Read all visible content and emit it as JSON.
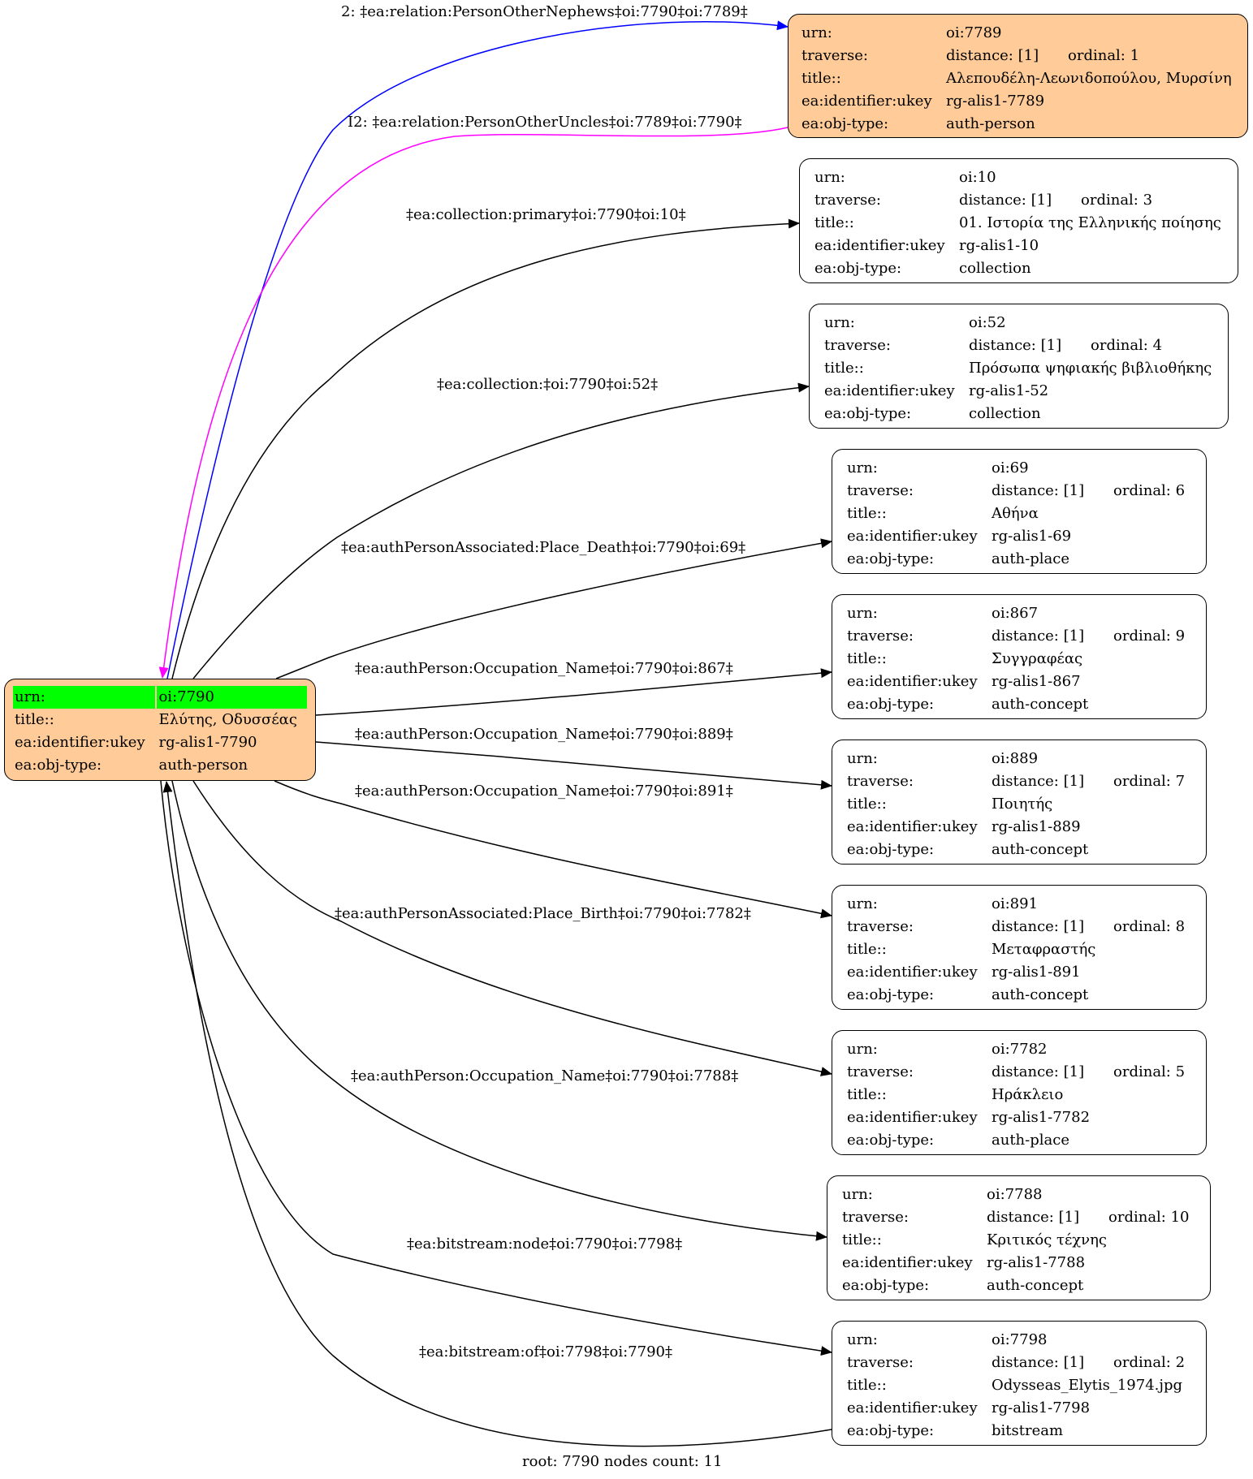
{
  "root_node": {
    "urn_key": "urn:",
    "urn": "oi:7790",
    "title_key": "title::",
    "title": "Ελύτης, Οδυσσέας",
    "ukey_key": "ea:identifier:ukey",
    "ukey": "rg-alis1-7790",
    "type_key": "ea:obj-type:",
    "type": "auth-person"
  },
  "keys": {
    "urn": "urn:",
    "traverse": "traverse:",
    "title": "title::",
    "ukey": "ea:identifier:ukey",
    "type": "ea:obj-type:"
  },
  "nodes": {
    "n7789": {
      "urn": "oi:7789",
      "distance": "distance: [1]",
      "ordinal": "ordinal: 1",
      "title": "Αλεπουδέλη-Λεωνιδοπούλου, Μυρσίνη",
      "ukey": "rg-alis1-7789",
      "type": "auth-person"
    },
    "n10": {
      "urn": "oi:10",
      "distance": "distance: [1]",
      "ordinal": "ordinal: 3",
      "title": "01. Ιστορία της Ελληνικής ποίησης",
      "ukey": "rg-alis1-10",
      "type": "collection"
    },
    "n52": {
      "urn": "oi:52",
      "distance": "distance: [1]",
      "ordinal": "ordinal: 4",
      "title": "Πρόσωπα ψηφιακής βιβλιοθήκης",
      "ukey": "rg-alis1-52",
      "type": "collection"
    },
    "n69": {
      "urn": "oi:69",
      "distance": "distance: [1]",
      "ordinal": "ordinal: 6",
      "title": "Αθήνα",
      "ukey": "rg-alis1-69",
      "type": "auth-place"
    },
    "n867": {
      "urn": "oi:867",
      "distance": "distance: [1]",
      "ordinal": "ordinal: 9",
      "title": "Συγγραφέας",
      "ukey": "rg-alis1-867",
      "type": "auth-concept"
    },
    "n889": {
      "urn": "oi:889",
      "distance": "distance: [1]",
      "ordinal": "ordinal: 7",
      "title": "Ποιητής",
      "ukey": "rg-alis1-889",
      "type": "auth-concept"
    },
    "n891": {
      "urn": "oi:891",
      "distance": "distance: [1]",
      "ordinal": "ordinal: 8",
      "title": "Μεταφραστής",
      "ukey": "rg-alis1-891",
      "type": "auth-concept"
    },
    "n7782": {
      "urn": "oi:7782",
      "distance": "distance: [1]",
      "ordinal": "ordinal: 5",
      "title": "Ηράκλειο",
      "ukey": "rg-alis1-7782",
      "type": "auth-place"
    },
    "n7788": {
      "urn": "oi:7788",
      "distance": "distance: [1]",
      "ordinal": "ordinal: 10",
      "title": "Κριτικός τέχνης",
      "ukey": "rg-alis1-7788",
      "type": "auth-concept"
    },
    "n7798": {
      "urn": "oi:7798",
      "distance": "distance: [1]",
      "ordinal": "ordinal: 2",
      "title": "Odysseas_Elytis_1974.jpg",
      "ukey": "rg-alis1-7798",
      "type": "bitstream"
    }
  },
  "edges": {
    "nephews": "2: ‡ea:relation:PersonOtherNephews‡oi:7790‡oi:7789‡",
    "uncles": "I2: ‡ea:relation:PersonOtherUncles‡oi:7789‡oi:7790‡",
    "e10": "‡ea:collection:primary‡oi:7790‡oi:10‡",
    "e52": "‡ea:collection:‡oi:7790‡oi:52‡",
    "e69": "‡ea:authPersonAssociated:Place_Death‡oi:7790‡oi:69‡",
    "e867": "‡ea:authPerson:Occupation_Name‡oi:7790‡oi:867‡",
    "e889": "‡ea:authPerson:Occupation_Name‡oi:7790‡oi:889‡",
    "e891": "‡ea:authPerson:Occupation_Name‡oi:7790‡oi:891‡",
    "e7782": "‡ea:authPersonAssociated:Place_Birth‡oi:7790‡oi:7782‡",
    "e7788": "‡ea:authPerson:Occupation_Name‡oi:7790‡oi:7788‡",
    "e7798": "‡ea:bitstream:node‡oi:7790‡oi:7798‡",
    "eof": "‡ea:bitstream:of‡oi:7798‡oi:7790‡"
  },
  "footer": "root: 7790 nodes count: 11",
  "colors": {
    "root_fill": "#ffcc99",
    "root_highlight": "#00ff00",
    "nephews_edge": "#0000ff",
    "uncles_edge": "#ff00ff",
    "default_edge": "#000000"
  }
}
